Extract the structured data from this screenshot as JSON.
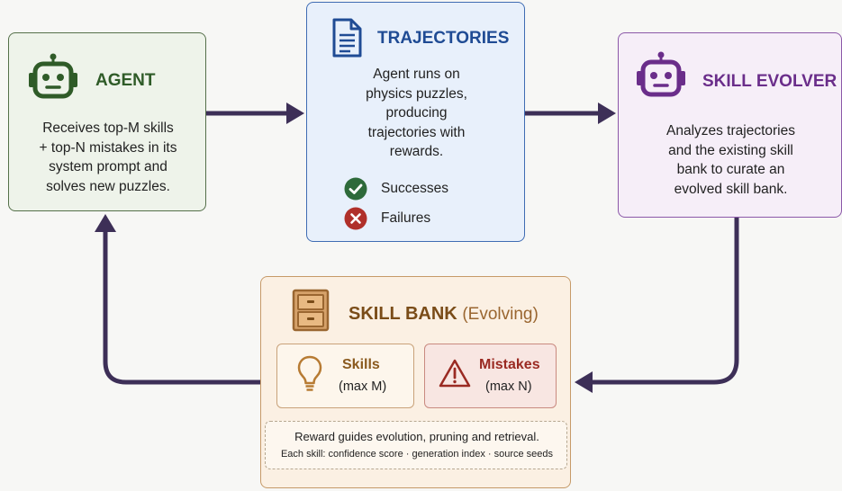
{
  "agent": {
    "title": "AGENT",
    "lines": [
      "Receives top-M skills",
      "+ top-N mistakes in its",
      "system prompt and",
      "solves new puzzles."
    ]
  },
  "trajectories": {
    "title": "TRAJECTORIES",
    "lines": [
      "Agent runs on",
      "physics puzzles,",
      "producing",
      "trajectories with",
      "rewards."
    ],
    "successes": "Successes",
    "failures": "Failures"
  },
  "evolver": {
    "title": "SKILL EVOLVER",
    "lines": [
      "Analyzes trajectories",
      "and the existing skill",
      "bank to curate an",
      "evolved skill bank."
    ]
  },
  "bank": {
    "title": "SKILL BANK",
    "title_suffix": "(Evolving)",
    "skills": {
      "label": "Skills",
      "limit": "(max M)"
    },
    "mistakes": {
      "label": "Mistakes",
      "limit": "(max N)"
    },
    "note_line1": "Reward guides evolution, pruning and retrieval.",
    "note_line2": "Each skill: confidence score · generation index · source seeds"
  },
  "colors": {
    "arrow": "#3d2f57",
    "agent_accent": "#2f5b28",
    "traj_accent": "#1f4b94",
    "evolver_accent": "#6a2d8a",
    "bank_accent": "#7a4c18",
    "skills_accent": "#8a5a1e",
    "mistakes_accent": "#9a2a22",
    "success": "#2e6a3a",
    "failure": "#b0302a"
  },
  "icons": {
    "agent": "robot-icon",
    "trajectories": "document-icon",
    "evolver": "robot-icon",
    "bank": "filing-cabinet-icon",
    "skills": "lightbulb-icon",
    "mistakes": "warning-icon",
    "success": "check-circle-icon",
    "failure": "x-circle-icon"
  }
}
